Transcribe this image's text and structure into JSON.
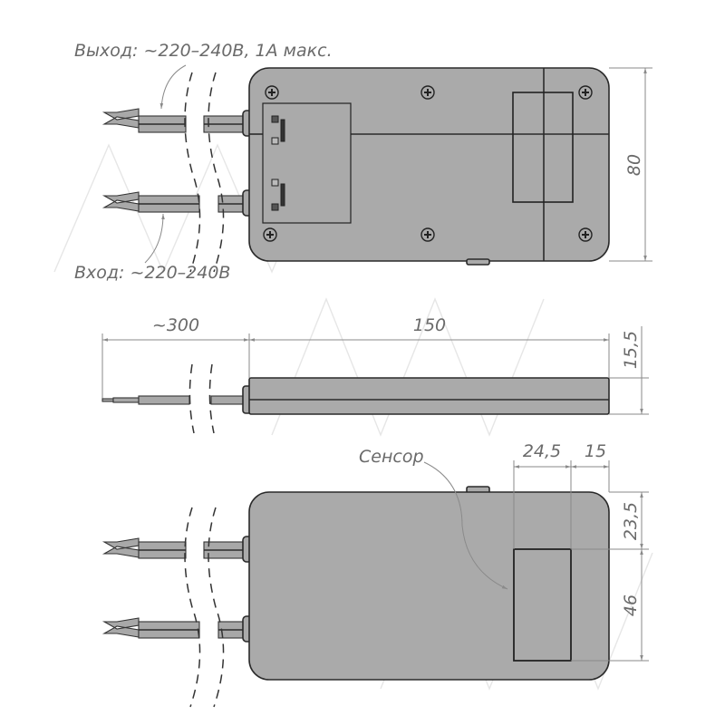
{
  "labels": {
    "output": "Выход: ~220–240В, 1А макс.",
    "input": "Вход: ~220–240В",
    "sensor": "Сенсор"
  },
  "dimensions": {
    "height_top": "80",
    "cable_length": "~300",
    "length": "150",
    "thickness": "15,5",
    "sensor_width": "24,5",
    "sensor_offset_x": "15",
    "sensor_offset_y": "23,5",
    "sensor_height": "46"
  },
  "colors": {
    "body": "#aaaaaa",
    "outline": "#2a2a2a",
    "dimension": "#8a8a8a"
  }
}
